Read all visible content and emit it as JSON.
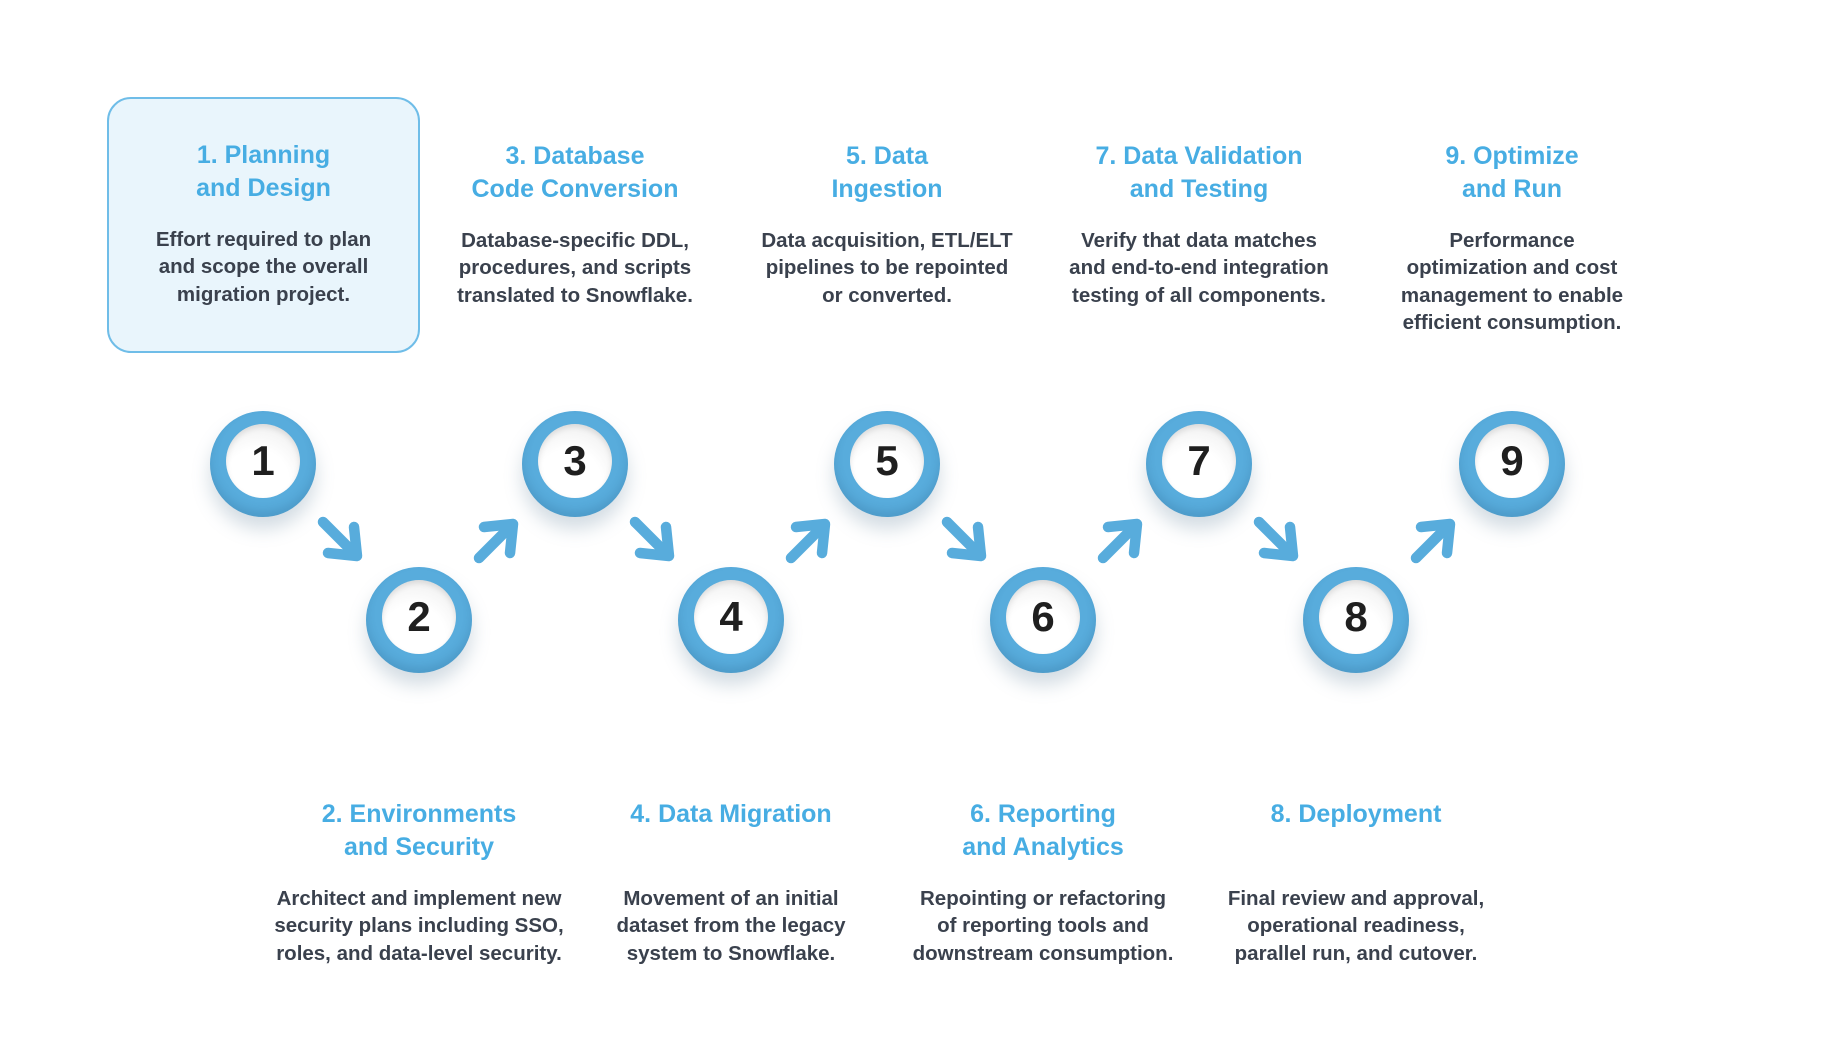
{
  "diagram": {
    "title_implied": "9-step Snowflake migration process",
    "colors": {
      "accent_title_blue": "#47ade3",
      "circle_blue": "#58acdc",
      "body_text": "#3a414d",
      "highlight_fill": "#e9f5fc",
      "highlight_border": "#6fbde8",
      "number_text": "#1f1f1f",
      "background": "#ffffff"
    },
    "steps": [
      {
        "num": "1",
        "title": "1. Planning\nand Design",
        "body": "Effort required to plan\nand scope the overall\nmigration project.",
        "row": "top",
        "highlighted": true
      },
      {
        "num": "2",
        "title": "2. Environments\nand Security",
        "body": "Architect and implement new\nsecurity plans including SSO,\nroles, and data-level security.",
        "row": "bottom",
        "highlighted": false
      },
      {
        "num": "3",
        "title": "3. Database\nCode Conversion",
        "body": "Database-specific DDL,\nprocedures, and scripts\ntranslated to Snowflake.",
        "row": "top",
        "highlighted": false
      },
      {
        "num": "4",
        "title": "4. Data Migration",
        "body": "Movement of an initial\ndataset from the legacy\nsystem to Snowflake.",
        "row": "bottom",
        "highlighted": false
      },
      {
        "num": "5",
        "title": "5. Data\nIngestion",
        "body": "Data acquisition, ETL/ELT\npipelines to be repointed\nor converted.",
        "row": "top",
        "highlighted": false
      },
      {
        "num": "6",
        "title": "6. Reporting\nand Analytics",
        "body": "Repointing or refactoring\nof reporting tools and\ndownstream consumption.",
        "row": "bottom",
        "highlighted": false
      },
      {
        "num": "7",
        "title": "7. Data Validation\nand Testing",
        "body": "Verify that data matches\nand end-to-end integration\ntesting of all components.",
        "row": "top",
        "highlighted": false
      },
      {
        "num": "8",
        "title": "8. Deployment",
        "body": "Final review and approval,\noperational readiness,\nparallel run, and cutover.",
        "row": "bottom",
        "highlighted": false
      },
      {
        "num": "9",
        "title": "9. Optimize\nand Run",
        "body": "Performance\noptimization and cost\nmanagement to enable\nefficient consumption.",
        "row": "top",
        "highlighted": false
      }
    ],
    "arrows": [
      {
        "from": 1,
        "to": 2,
        "direction": "down-right"
      },
      {
        "from": 2,
        "to": 3,
        "direction": "up-right"
      },
      {
        "from": 3,
        "to": 4,
        "direction": "down-right"
      },
      {
        "from": 4,
        "to": 5,
        "direction": "up-right"
      },
      {
        "from": 5,
        "to": 6,
        "direction": "down-right"
      },
      {
        "from": 6,
        "to": 7,
        "direction": "up-right"
      },
      {
        "from": 7,
        "to": 8,
        "direction": "down-right"
      },
      {
        "from": 8,
        "to": 9,
        "direction": "up-right"
      }
    ]
  }
}
